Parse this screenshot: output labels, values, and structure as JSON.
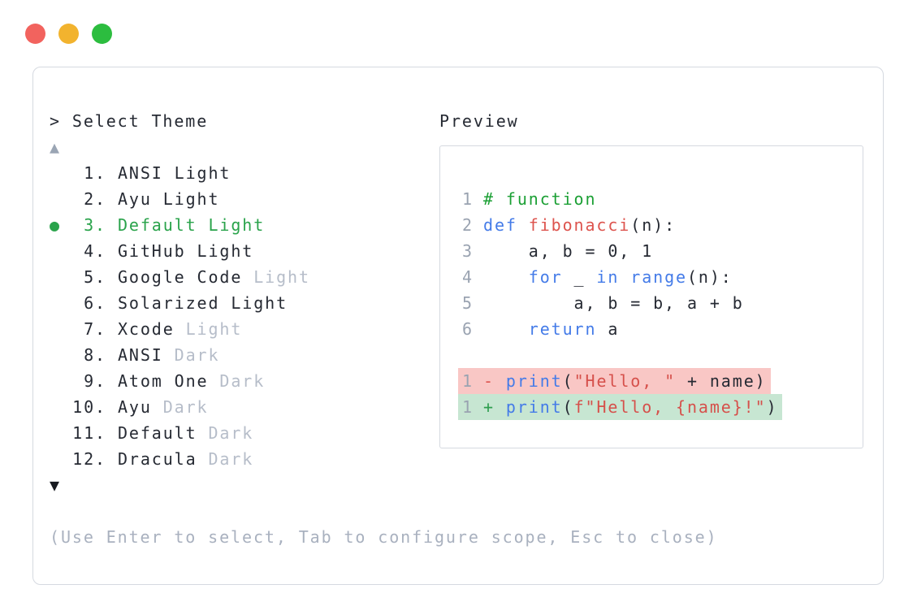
{
  "colors": {
    "text": "#262a33",
    "muted": "#b6bdc9",
    "hint": "#a9b1bf",
    "accent": "#2aa34b",
    "border": "#d5d9e0",
    "linenum": "#9aa3b1",
    "kw_blue": "#447be8",
    "fn_red": "#dd544e",
    "str_red": "#d6504b",
    "comment_green": "#1ca035",
    "del_mark": "#dd544e",
    "add_mark": "#2f9e4f",
    "del_bg": "#f9c7c5",
    "add_bg": "#c7e6d2",
    "arrow_up": "#9aa5b4",
    "arrow_down": "#171a20",
    "tl_red": "#f2635e",
    "tl_yellow": "#f2b32e",
    "tl_green": "#2cbd3f"
  },
  "prompt": {
    "text": "> Select Theme"
  },
  "theme_list": {
    "scroll_up_indicator": "▲",
    "scroll_down_indicator": "▼",
    "bullet": "●",
    "selected_number": "3.",
    "items": [
      {
        "number": "1.",
        "label": "ANSI Light",
        "muted": "",
        "selected": false
      },
      {
        "number": "2.",
        "label": "Ayu Light",
        "muted": "",
        "selected": false
      },
      {
        "number": "3.",
        "label": "Default Light",
        "muted": "",
        "selected": true
      },
      {
        "number": "4.",
        "label": "GitHub Light",
        "muted": "",
        "selected": false
      },
      {
        "number": "5.",
        "label": "Google Code",
        "muted": " Light",
        "selected": false
      },
      {
        "number": "6.",
        "label": "Solarized Light",
        "muted": "",
        "selected": false
      },
      {
        "number": "7.",
        "label": "Xcode",
        "muted": " Light",
        "selected": false
      },
      {
        "number": "8.",
        "label": "ANSI",
        "muted": " Dark",
        "selected": false
      },
      {
        "number": "9.",
        "label": "Atom One",
        "muted": " Dark",
        "selected": false
      },
      {
        "number": "10.",
        "label": "Ayu",
        "muted": " Dark",
        "selected": false
      },
      {
        "number": "11.",
        "label": "Default",
        "muted": " Dark",
        "selected": false
      },
      {
        "number": "12.",
        "label": "Dracula",
        "muted": " Dark",
        "selected": false
      }
    ]
  },
  "preview": {
    "label": "Preview",
    "lines": [
      {
        "n": "1",
        "diff": null,
        "segments": [
          {
            "t": "# function",
            "c": "comment"
          }
        ]
      },
      {
        "n": "2",
        "diff": null,
        "segments": [
          {
            "t": "def",
            "c": "kw"
          },
          {
            "t": " ",
            "c": "plain"
          },
          {
            "t": "fibonacci",
            "c": "fn"
          },
          {
            "t": "(n):",
            "c": "plain"
          }
        ]
      },
      {
        "n": "3",
        "diff": null,
        "segments": [
          {
            "t": "    a, b = 0, 1",
            "c": "plain"
          }
        ]
      },
      {
        "n": "4",
        "diff": null,
        "segments": [
          {
            "t": "    ",
            "c": "plain"
          },
          {
            "t": "for",
            "c": "kw"
          },
          {
            "t": " _ ",
            "c": "plain"
          },
          {
            "t": "in",
            "c": "kw"
          },
          {
            "t": " ",
            "c": "plain"
          },
          {
            "t": "range",
            "c": "kw"
          },
          {
            "t": "(n):",
            "c": "plain"
          }
        ]
      },
      {
        "n": "5",
        "diff": null,
        "segments": [
          {
            "t": "        a, b = b, a + b",
            "c": "plain"
          }
        ]
      },
      {
        "n": "6",
        "diff": null,
        "segments": [
          {
            "t": "    ",
            "c": "plain"
          },
          {
            "t": "return",
            "c": "kw"
          },
          {
            "t": " a",
            "c": "plain"
          }
        ]
      },
      {
        "blank": true
      },
      {
        "n": "1",
        "diff": "del",
        "segments": [
          {
            "t": "- ",
            "c": "minus"
          },
          {
            "t": "print",
            "c": "kw"
          },
          {
            "t": "(",
            "c": "plain"
          },
          {
            "t": "\"Hello, \"",
            "c": "str"
          },
          {
            "t": " + name)",
            "c": "plain"
          }
        ]
      },
      {
        "n": "1",
        "diff": "add",
        "segments": [
          {
            "t": "+ ",
            "c": "plus"
          },
          {
            "t": "print",
            "c": "kw"
          },
          {
            "t": "(",
            "c": "plain"
          },
          {
            "t": "f\"Hello, {name}!\"",
            "c": "str"
          },
          {
            "t": ")",
            "c": "plain"
          }
        ]
      }
    ]
  },
  "footer": {
    "hint": "(Use Enter to select, Tab to configure scope, Esc to close)"
  }
}
